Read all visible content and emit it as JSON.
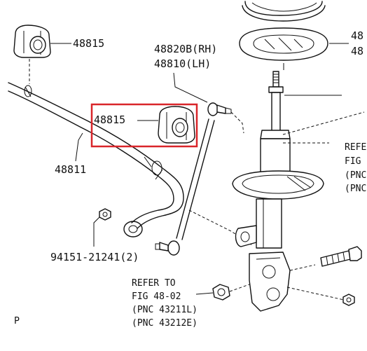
{
  "labels": {
    "bushing_top": "48815",
    "link_rh": "48820B(RH)",
    "link_lh": "48810(LH)",
    "spring_1": "48",
    "spring_2": "48",
    "bushing_highlight": "48815",
    "stabilizer_bar": "48811",
    "nut_part": "94151-21241(2)",
    "refer_right_1": "REFER",
    "refer_right_2": "FIG",
    "refer_right_3": "(PNC",
    "refer_right_4": "(PNC",
    "refer_bottom_1": "REFER TO",
    "refer_bottom_2": "FIG 48-02",
    "refer_bottom_3": "(PNC 43211L)",
    "refer_bottom_4": "(PNC 43212E)",
    "corner_mark": "P"
  },
  "colors": {
    "line": "#111111",
    "highlight": "#d9252a",
    "background": "#ffffff"
  }
}
